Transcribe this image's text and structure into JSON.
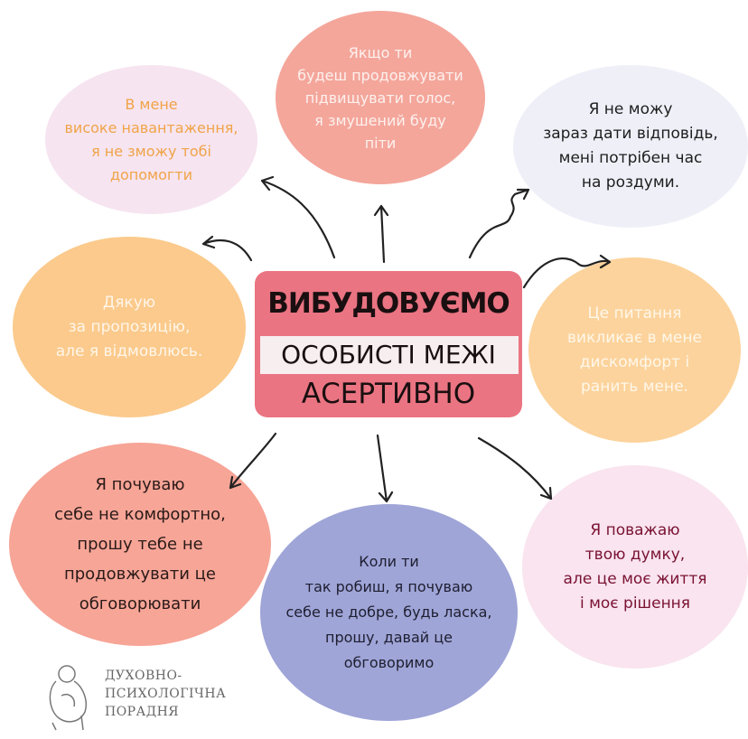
{
  "title": {
    "line1": "ВИБУДОВУЄМО",
    "line2": "ОСОБИСТІ МЕЖІ",
    "line3": "АСЕРТИВНО"
  },
  "phrases": [
    {
      "text": "В мене\nвисоке навантаження,\nя не зможу тобі\nдопомогти",
      "bg": "#f6e4f0",
      "fg": "#f0a448"
    },
    {
      "text": "Якщо ти\nбудеш продовжувати\nпідвищувати голос,\nя змушений буду\nпіти",
      "bg": "#f4a69b",
      "fg": "#fdf1ee"
    },
    {
      "text": "Я не можу\nзараз дати відповідь,\nмені потрібен час\nна роздуми.",
      "bg": "#efeff8",
      "fg": "#1e1e1e"
    },
    {
      "text": "Дякую\nза пропозицію,\nале я відмовлюсь.",
      "bg": "#fbca8c",
      "fg": "#fff6ea"
    },
    {
      "text": "Це питання\nвикликає в мене\nдискомфорт і\nранить мене.",
      "bg": "#fcd39c",
      "fg": "#fff7ea"
    },
    {
      "text": "Я почуваю\nсебе не комфортно,\nпрошу тебе не\nпродовжувати це\nобговорювати",
      "bg": "#f7a597",
      "fg": "#2a1a18"
    },
    {
      "text": "Коли ти\nтак робиш, я почуваю\nсебе не добре, будь ласка,\nпрошу, давай це\nобговоримо",
      "bg": "#9fa5d7",
      "fg": "#1e1e30"
    },
    {
      "text": "Я поважаю\nтвою думку,\nале це моє життя\nі моє рішення",
      "bg": "#f9e4ef",
      "fg": "#7a1232"
    }
  ],
  "logo": {
    "line1": "ДУХОВНО-",
    "line2": "ПСИХОЛОГІЧНА",
    "line3": "ПОРАДНЯ"
  }
}
